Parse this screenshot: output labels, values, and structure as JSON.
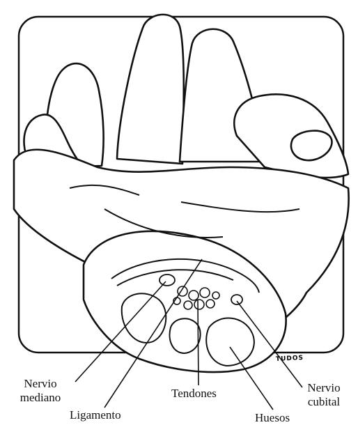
{
  "labels": {
    "nervio_mediano_line1": "Nervio",
    "nervio_mediano_line2": "mediano",
    "ligamento": "Ligamento",
    "tendones": "Tendones",
    "huesos": "Huesos",
    "nervio_cubital_line1": "Nervio",
    "nervio_cubital_line2": "cubital"
  },
  "artist_signature": "TUDOS",
  "colors": {
    "ink": "#111111",
    "paper": "#ffffff"
  }
}
